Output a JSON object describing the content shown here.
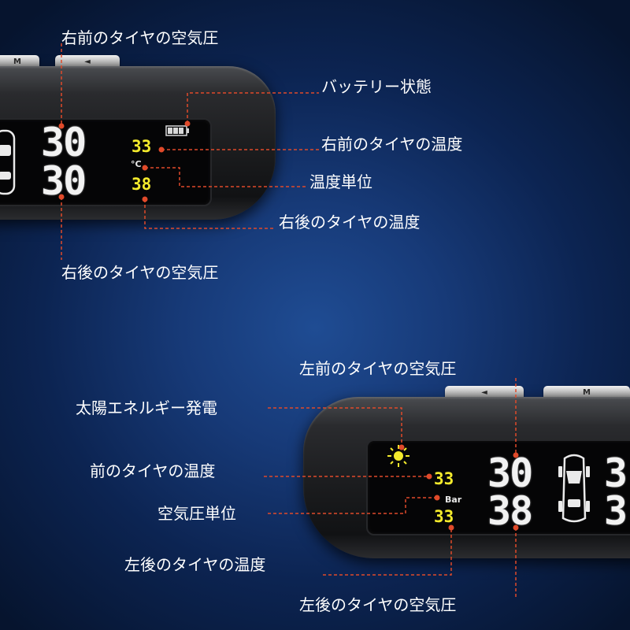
{
  "labels": {
    "top_front_right_pressure": "右前のタイヤの空気圧",
    "battery": "バッテリー状態",
    "top_front_right_temp": "右前のタイヤの温度",
    "temp_unit": "温度単位",
    "top_rear_right_temp": "右後のタイヤの温度",
    "top_rear_right_pressure": "右後のタイヤの空気圧",
    "front_left_pressure": "左前のタイヤの空気圧",
    "solar": "太陽エネルギー発電",
    "front_temp": "前のタイヤの温度",
    "pressure_unit": "空気圧単位",
    "rear_left_temp": "左後のタイヤの温度",
    "rear_left_pressure": "左後のタイヤの空気圧"
  },
  "top_device": {
    "big_top": "30",
    "big_bottom": "30",
    "small_top": "33",
    "small_bottom": "38",
    "unit": "°C",
    "btn_left": "M",
    "btn_right": "◄"
  },
  "bottom_device": {
    "big_top": "30",
    "big_bottom": "38",
    "small_top": "33",
    "small_bottom": "33",
    "unit": "Bar",
    "btn_left": "◄",
    "btn_right": "M"
  },
  "colors": {
    "leader": "#e04a2a",
    "lcd_white": "#f2f2f2",
    "lcd_yellow": "#f3ea2c"
  },
  "icons": [
    "car-top-view-icon",
    "battery-icon",
    "sun-icon"
  ]
}
